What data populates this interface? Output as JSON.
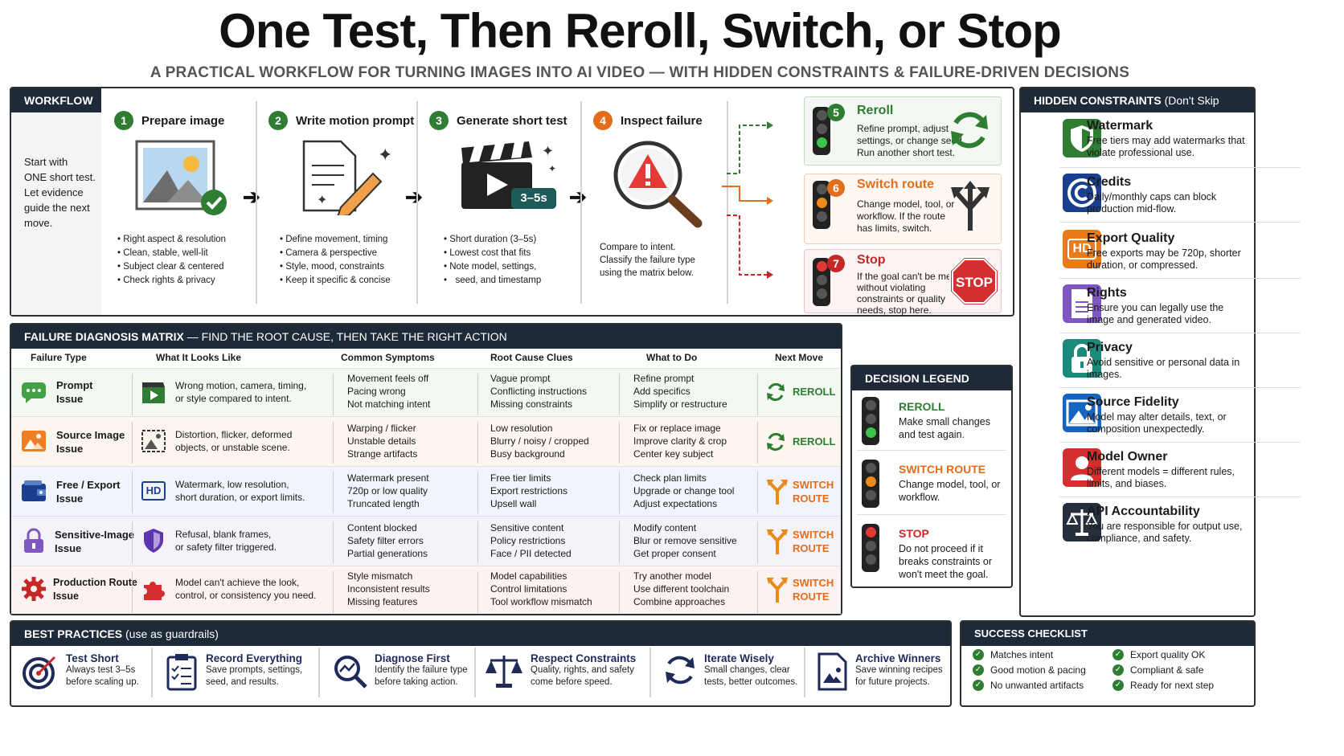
{
  "title": "One Test, Then Reroll, Switch, or Stop",
  "subtitle": "A PRACTICAL WORKFLOW FOR TURNING IMAGES INTO AI VIDEO — WITH HIDDEN CONSTRAINTS & FAILURE-DRIVEN DECISIONS",
  "workflow": {
    "header": "WORKFLOW",
    "intro": [
      "Start with",
      "ONE short test.",
      "Let evidence",
      "guide the next",
      "move."
    ],
    "steps": [
      {
        "num": "1",
        "label": "Prepare image",
        "bullets": [
          "Right aspect & resolution",
          "Clean, stable, well-lit",
          "Subject clear & centered",
          "Check rights & privacy"
        ]
      },
      {
        "num": "2",
        "label": "Write motion prompt",
        "bullets": [
          "Define movement, timing",
          "Camera & perspective",
          "Style, mood, constraints",
          "Keep it specific & concise"
        ]
      },
      {
        "num": "3",
        "label": "Generate short test",
        "bullets": [
          "Short duration (3–5s)",
          "Lowest cost that fits",
          "Note model, settings,",
          "seed, and timestamp"
        ],
        "badge": "3–5s"
      },
      {
        "num": "4",
        "label": "Inspect failure",
        "text": [
          "Compare to intent.",
          "Classify the failure type",
          "using the matrix below."
        ]
      }
    ],
    "outcomes": [
      {
        "num": "5",
        "title": "Reroll",
        "desc": "Refine prompt, adjust settings, or change seed. Run another short test."
      },
      {
        "num": "6",
        "title": "Switch route",
        "desc": "Change model, tool, or workflow. If the route has limits, switch."
      },
      {
        "num": "7",
        "title": "Stop",
        "desc": "If the goal can't be met without violating constraints or quality needs, stop here.",
        "sign": "STOP"
      }
    ]
  },
  "hidden": {
    "header": "HIDDEN CONSTRAINTS",
    "header_note": "(Don't Skip These)",
    "items": [
      {
        "title": "Watermark",
        "desc": "Free tiers may add watermarks that violate professional use."
      },
      {
        "title": "Credits",
        "desc": "Daily/monthly caps can block production mid-flow."
      },
      {
        "title": "Export Quality",
        "desc": "Free exports may be 720p, shorter duration, or compressed.",
        "icon_text": "HD"
      },
      {
        "title": "Rights",
        "desc": "Ensure you can legally use the image and generated video."
      },
      {
        "title": "Privacy",
        "desc": "Avoid sensitive or personal data in images."
      },
      {
        "title": "Source Fidelity",
        "desc": "Model may alter details, text, or composition unexpectedly."
      },
      {
        "title": "Model Owner",
        "desc": "Different models = different rules, limits, and biases."
      },
      {
        "title": "API Accountability",
        "desc": "You are responsible for output use, compliance, and safety."
      }
    ]
  },
  "matrix": {
    "header": "FAILURE DIAGNOSIS MATRIX",
    "header_note": "— FIND THE ROOT CAUSE, THEN TAKE THE RIGHT ACTION",
    "columns": [
      "Failure Type",
      "What It Looks Like",
      "Common Symptoms",
      "Root Cause Clues",
      "What to Do",
      "Next Move"
    ],
    "rows": [
      {
        "type": [
          "Prompt",
          "Issue"
        ],
        "looks": [
          "Wrong motion, camera, timing,",
          "or style compared to intent."
        ],
        "symptoms": [
          "Movement feels off",
          "Pacing wrong",
          "Not matching intent"
        ],
        "clues": [
          "Vague prompt",
          "Conflicting instructions",
          "Missing constraints"
        ],
        "todo": [
          "Refine prompt",
          "Add specifics",
          "Simplify or restructure"
        ],
        "next": [
          "REROLL",
          ""
        ]
      },
      {
        "type": [
          "Source Image",
          "Issue"
        ],
        "looks": [
          "Distortion, flicker, deformed",
          "objects, or unstable scene."
        ],
        "symptoms": [
          "Warping / flicker",
          "Unstable details",
          "Strange artifacts"
        ],
        "clues": [
          "Low resolution",
          "Blurry / noisy / cropped",
          "Busy background"
        ],
        "todo": [
          "Fix or replace image",
          "Improve clarity & crop",
          "Center key subject"
        ],
        "next": [
          "REROLL",
          ""
        ]
      },
      {
        "type": [
          "Free / Export",
          "Issue"
        ],
        "looks": [
          "Watermark, low resolution,",
          "short duration, or export limits."
        ],
        "symptoms": [
          "Watermark present",
          "720p or low quality",
          "Truncated length"
        ],
        "clues": [
          "Free tier limits",
          "Export restrictions",
          "Upsell wall"
        ],
        "todo": [
          "Check plan limits",
          "Upgrade or change tool",
          "Adjust expectations"
        ],
        "next": [
          "SWITCH",
          "ROUTE"
        ]
      },
      {
        "type": [
          "Sensitive-Image",
          "Issue"
        ],
        "looks": [
          "Refusal, blank frames,",
          "or safety filter triggered."
        ],
        "symptoms": [
          "Content blocked",
          "Safety filter errors",
          "Partial generations"
        ],
        "clues": [
          "Sensitive content",
          "Policy restrictions",
          "Face / PII detected"
        ],
        "todo": [
          "Modify content",
          "Blur or remove sensitive",
          "Get proper consent"
        ],
        "next": [
          "SWITCH",
          "ROUTE"
        ]
      },
      {
        "type": [
          "Production Route",
          "Issue"
        ],
        "looks": [
          "Model can't achieve the look,",
          "control, or consistency you need."
        ],
        "symptoms": [
          "Style mismatch",
          "Inconsistent results",
          "Missing features"
        ],
        "clues": [
          "Model capabilities",
          "Control limitations",
          "Tool workflow mismatch"
        ],
        "todo": [
          "Try another model",
          "Use different toolchain",
          "Combine approaches"
        ],
        "next": [
          "SWITCH",
          "ROUTE"
        ]
      }
    ]
  },
  "legend": {
    "header": "DECISION LEGEND",
    "items": [
      {
        "title": "REROLL",
        "desc": "Make small changes and test again."
      },
      {
        "title": "SWITCH ROUTE",
        "desc": "Change model, tool, or workflow."
      },
      {
        "title": "STOP",
        "desc": "Do not proceed if it breaks constraints or won't meet the goal."
      }
    ]
  },
  "practices": {
    "header": "BEST PRACTICES",
    "header_note": "(use as guardrails)",
    "items": [
      {
        "title": "Test Short",
        "desc": [
          "Always test 3–5s",
          "before scaling up."
        ]
      },
      {
        "title": "Record Everything",
        "desc": [
          "Save prompts, settings,",
          "seed, and results."
        ]
      },
      {
        "title": "Diagnose First",
        "desc": [
          "Identify the failure type",
          "before taking action."
        ]
      },
      {
        "title": "Respect Constraints",
        "desc": [
          "Quality, rights, and safety",
          "come before speed."
        ]
      },
      {
        "title": "Iterate Wisely",
        "desc": [
          "Small changes, clear",
          "tests, better outcomes."
        ]
      },
      {
        "title": "Archive Winners",
        "desc": [
          "Save winning recipes",
          "for future projects."
        ]
      }
    ]
  },
  "checklist": {
    "header": "SUCCESS CHECKLIST",
    "items": [
      "Matches intent",
      "Good motion & pacing",
      "No unwanted artifacts",
      "Export quality OK",
      "Compliant & safe",
      "Ready for next step"
    ]
  },
  "colors": {
    "green": "#2e7d32",
    "orange": "#e26d1b",
    "red": "#c62828",
    "navy": "#1e2a38"
  }
}
